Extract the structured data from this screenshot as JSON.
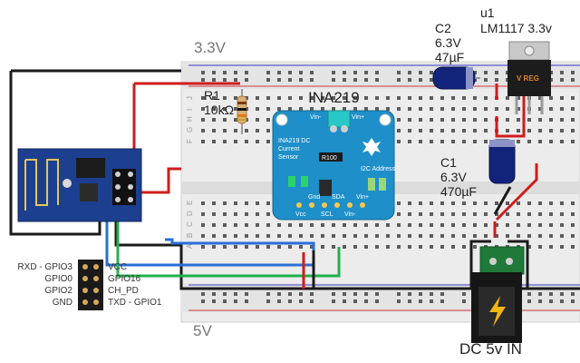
{
  "rails": {
    "top_voltage": "3.3V",
    "bottom_voltage": "5V"
  },
  "resistor": {
    "ref": "R1",
    "value": "10kΩ"
  },
  "c2": {
    "ref": "C2",
    "voltage": "6.3V",
    "value": "47µF"
  },
  "c1": {
    "ref": "C1",
    "voltage": "6.3V",
    "value": "470µF"
  },
  "regulator": {
    "ref": "u1",
    "part": "LM1117 3.3v",
    "marking": "V REG"
  },
  "sensor": {
    "name": "INA219",
    "board_title_line1": "INA219 DC",
    "board_title_line2": "Current",
    "board_title_line3": "Sensor",
    "chip": "R100",
    "pins_top": [
      "Vin-",
      "Vin+"
    ],
    "pins_right_top": "I2C Address",
    "pins_bottom_row1": [
      "Gnd",
      "SDA",
      "Vin+"
    ],
    "pins_bottom_row2": [
      "Vcc",
      "SCL",
      "Vin-"
    ]
  },
  "esp_pins": {
    "left": [
      "RXD - GPIO3",
      "GPIO0",
      "GPIO2",
      "GND"
    ],
    "right": [
      "VCC",
      "GPIO16",
      "CH_PD",
      "TXD - GPIO1"
    ]
  },
  "power_jack": {
    "label": "DC 5v IN"
  },
  "breadboard": {
    "row_letters_top": [
      "J",
      "I",
      "H",
      "G",
      "F"
    ],
    "row_letters_bottom": [
      "E",
      "D",
      "C",
      "B",
      "A"
    ]
  },
  "colors": {
    "red_wire": "#d01c1c",
    "black_wire": "#1a1a1a",
    "blue_wire": "#2a6fd6",
    "green_wire": "#22b14c",
    "sensor_board": "#1e8fc9",
    "esp_board": "#1d3f8f"
  }
}
